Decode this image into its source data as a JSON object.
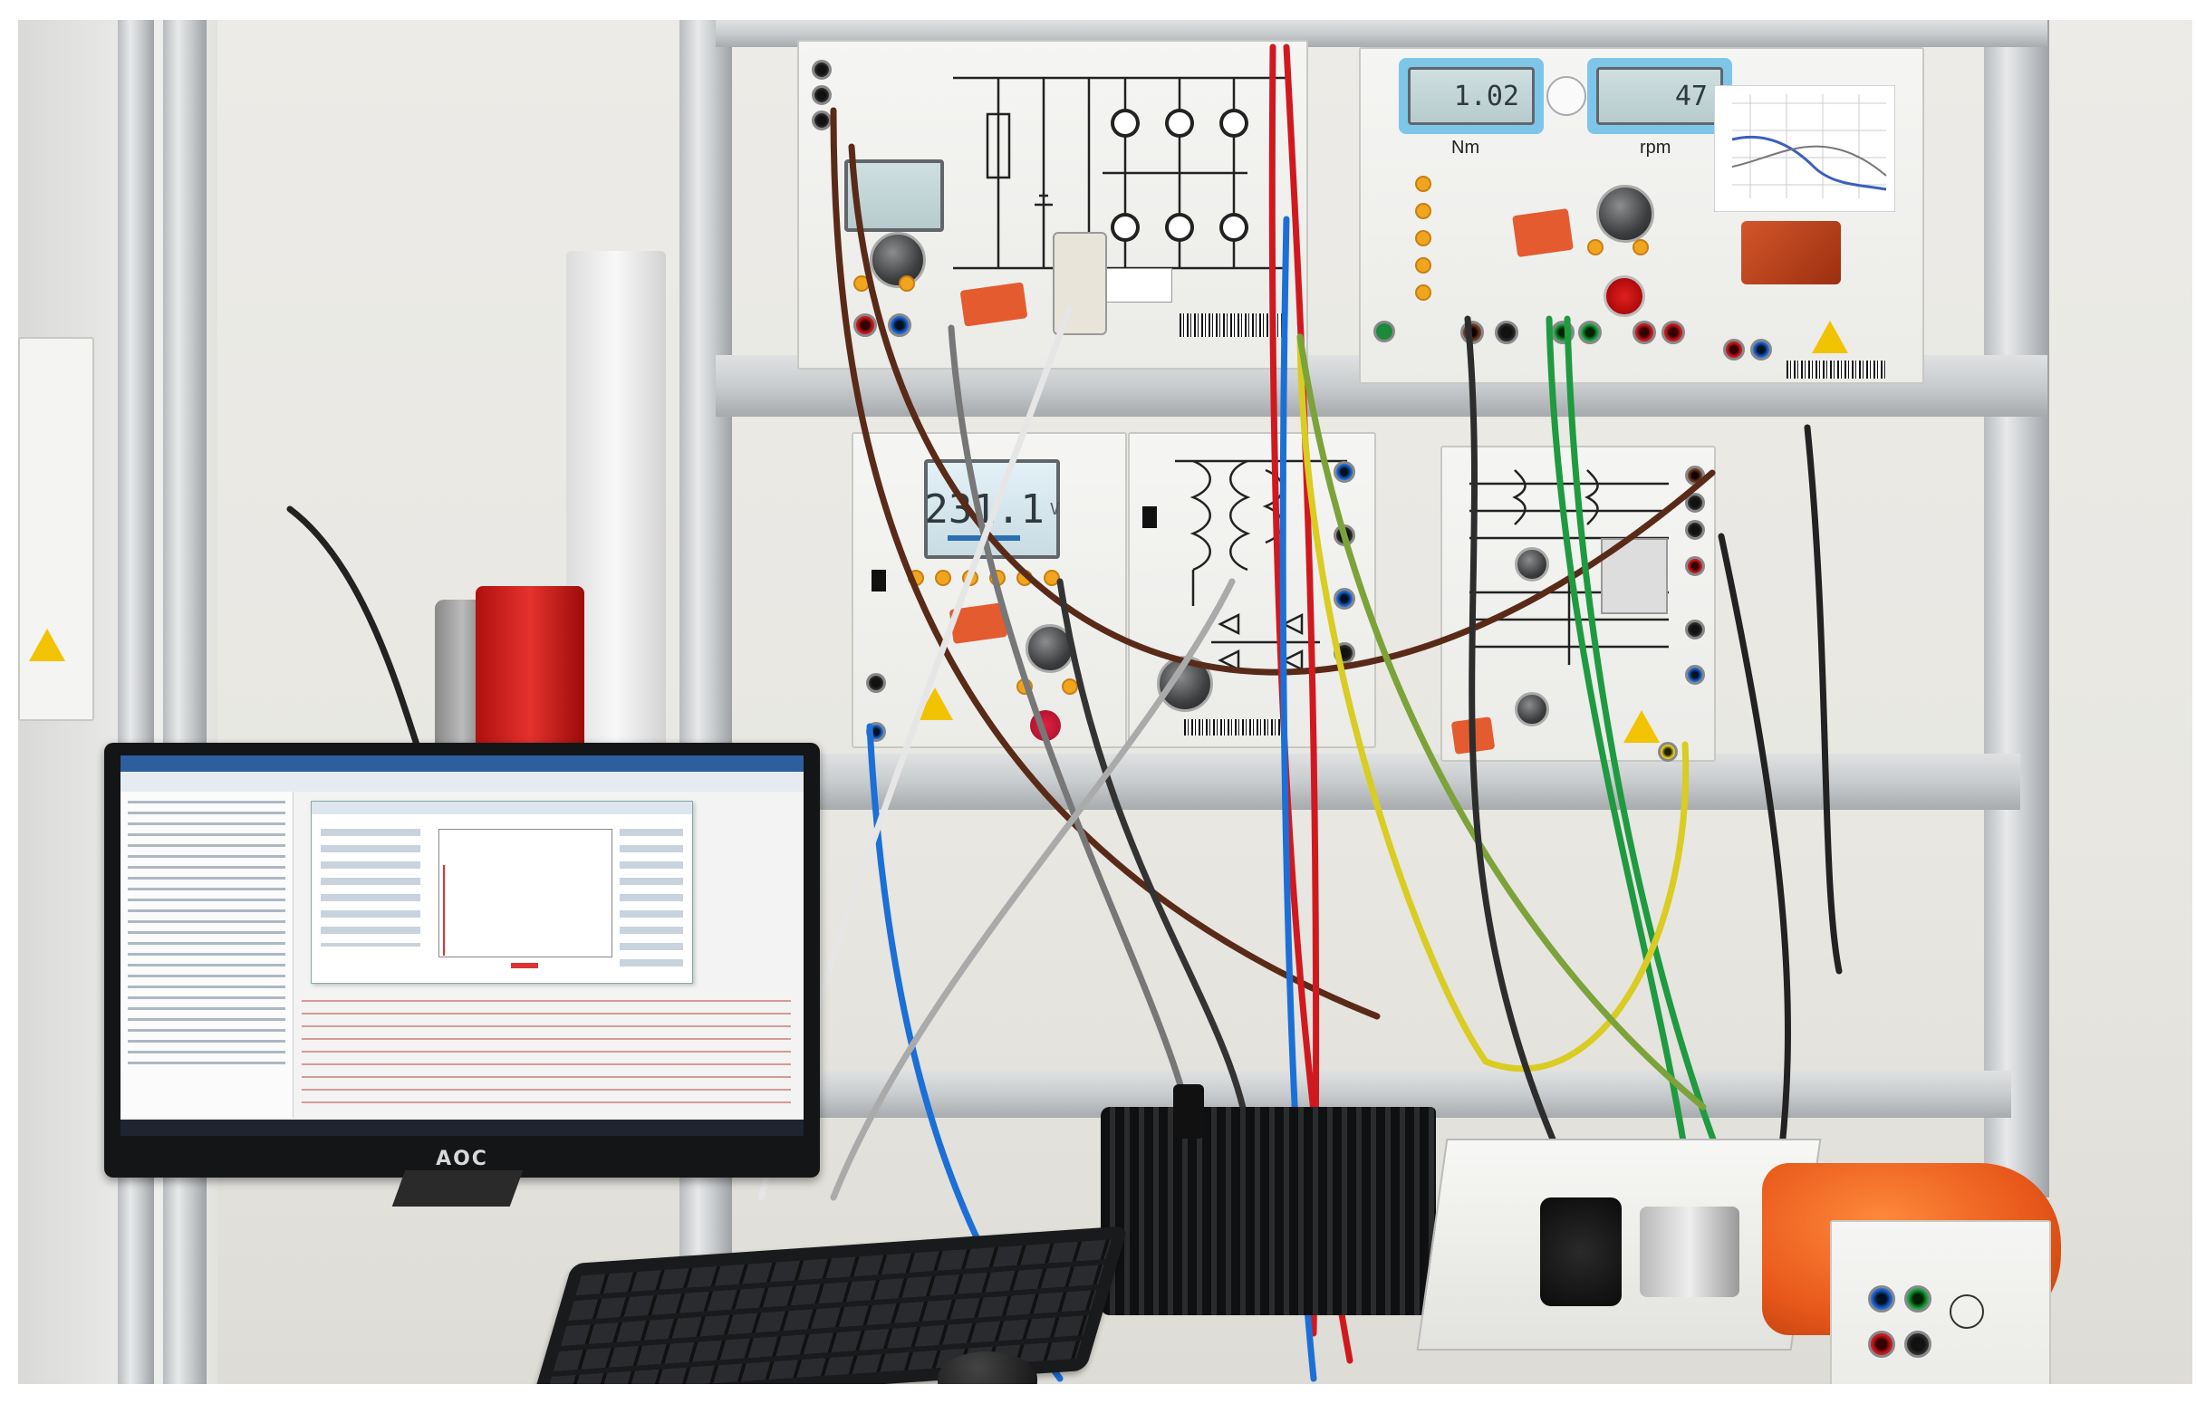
{
  "displays": {
    "torque_value": "1.02",
    "torque_unit": "Nm",
    "speed_value": "47",
    "speed_unit": "rpm",
    "voltage_value": "231.1",
    "voltage_unit": "V"
  },
  "monitor": {
    "brand": "AOC"
  },
  "colors": {
    "panel": "#f0f0ee",
    "frame": "#c9ccce",
    "cable_red": "#d0191f",
    "cable_blue": "#1c6fd6",
    "cable_brown": "#5a2a18",
    "cable_green": "#1f9a40",
    "cable_yellow": "#d9cc22",
    "motor_orange": "#ee6420"
  }
}
